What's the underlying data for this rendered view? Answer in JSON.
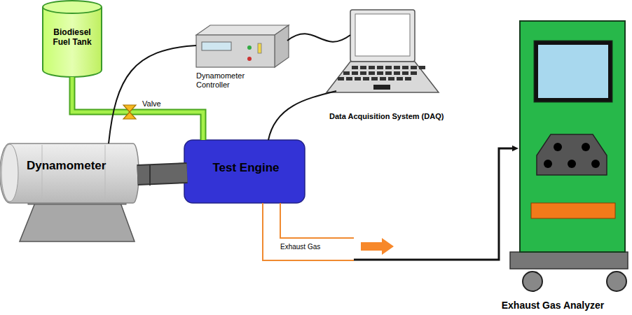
{
  "diagram": {
    "nodes": [
      {
        "text": [
          "Biodiesel Fuel Tank"
        ]
      },
      {
        "text": [
          "Dynamometer Controller"
        ]
      },
      {
        "text": [
          "Data Acquisition System (DAQ)"
        ]
      },
      {
        "text": [
          "Dynamometer"
        ]
      },
      {
        "text": [
          "Test Engine"
        ]
      },
      {
        "text": [
          "Exhaust Gas Analyzer"
        ]
      }
    ],
    "edges": [
      {
        "from": 0,
        "to": 4,
        "arrow": "none"
      },
      {
        "from": 1,
        "to": 3,
        "arrow": "none"
      },
      {
        "from": 1,
        "to": 2,
        "arrow": "none"
      },
      {
        "from": 2,
        "to": 4,
        "arrow": "none"
      },
      {
        "from": 3,
        "to": 4,
        "arrow": "none"
      },
      {
        "from": 4,
        "to": 5,
        "label": "Exhaust Gas",
        "arrow": "to"
      }
    ],
    "labels": [
      "Valve"
    ]
  }
}
